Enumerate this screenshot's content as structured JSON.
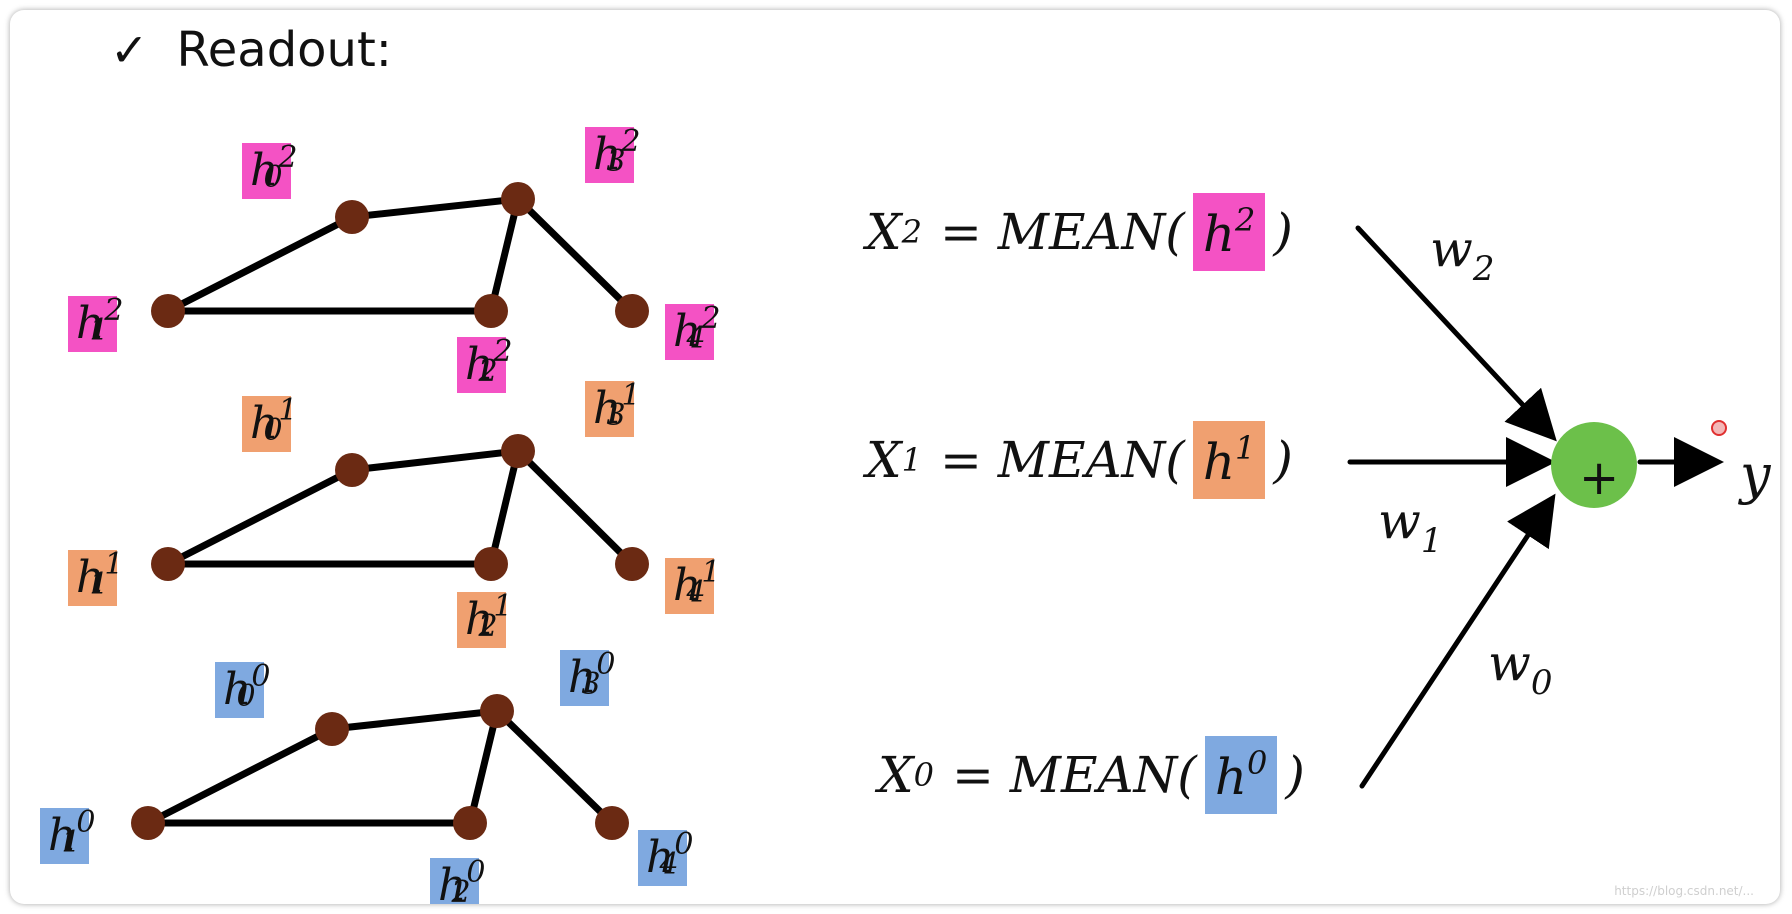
{
  "title": {
    "check_glyph": "✓",
    "text": "Readout:"
  },
  "colors": {
    "magenta": "#f452c4",
    "orange": "#f0a070",
    "blue": "#7fa9e0",
    "node": "#6b2a13",
    "sum": "#6cc04a"
  },
  "layers": [
    {
      "level": "2",
      "color": "magenta",
      "labels": [
        "0",
        "1",
        "2",
        "3",
        "4"
      ]
    },
    {
      "level": "1",
      "color": "orange",
      "labels": [
        "0",
        "1",
        "2",
        "3",
        "4"
      ]
    },
    {
      "level": "0",
      "color": "blue",
      "labels": [
        "0",
        "1",
        "2",
        "3",
        "4"
      ]
    }
  ],
  "equations": [
    {
      "lhs": "X",
      "sub": "2",
      "op": "= MEAN(",
      "h": "h",
      "sup": "2",
      "close": ")",
      "color": "magenta",
      "weight": "w",
      "weight_sub": "2"
    },
    {
      "lhs": "X",
      "sub": "1",
      "op": "= MEAN(",
      "h": "h",
      "sup": "1",
      "close": ")",
      "color": "orange",
      "weight": "w",
      "weight_sub": "1"
    },
    {
      "lhs": "X",
      "sub": "0",
      "op": "= MEAN(",
      "h": "h",
      "sup": "0",
      "close": ")",
      "color": "blue",
      "weight": "w",
      "weight_sub": "0"
    }
  ],
  "sum_symbol": "+",
  "output": "y",
  "watermark": "https://blog.csdn.net/..."
}
